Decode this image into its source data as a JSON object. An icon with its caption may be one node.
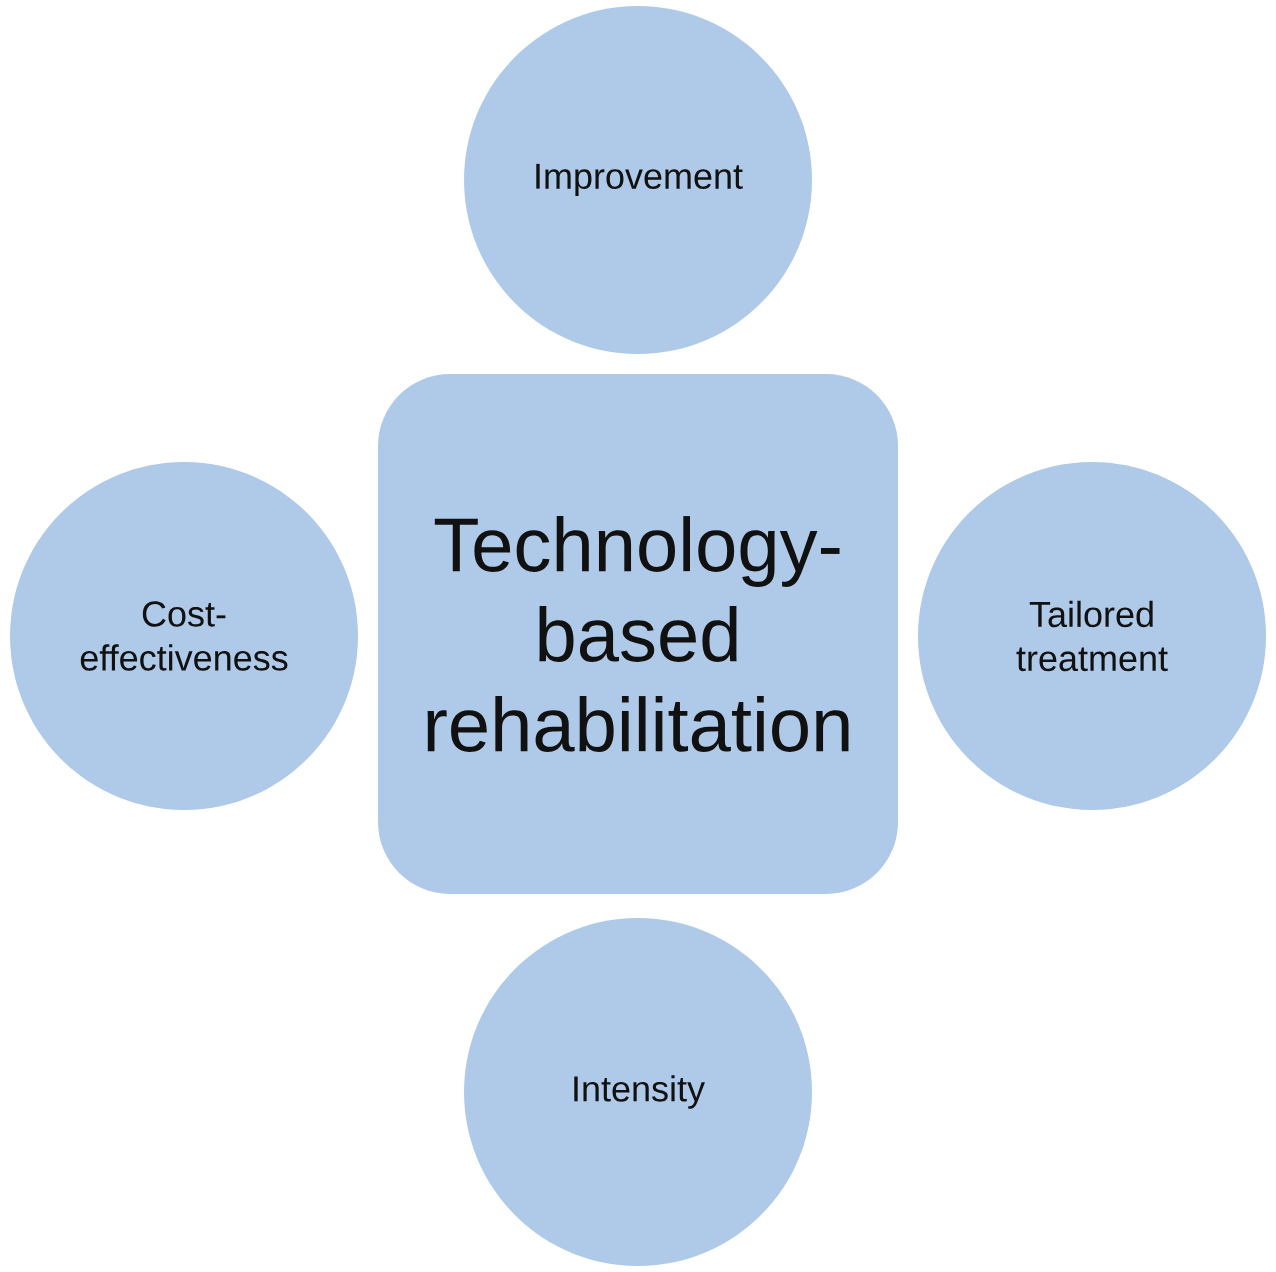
{
  "diagram": {
    "nodes": [
      {
        "text": [
          "Improvement"
        ]
      },
      {
        "text": [
          "Cost- effectiveness"
        ]
      },
      {
        "text": [
          "Technology- based rehabilitation"
        ]
      },
      {
        "text": [
          "Tailored treatment"
        ]
      },
      {
        "text": [
          "Intensity"
        ]
      }
    ]
  }
}
